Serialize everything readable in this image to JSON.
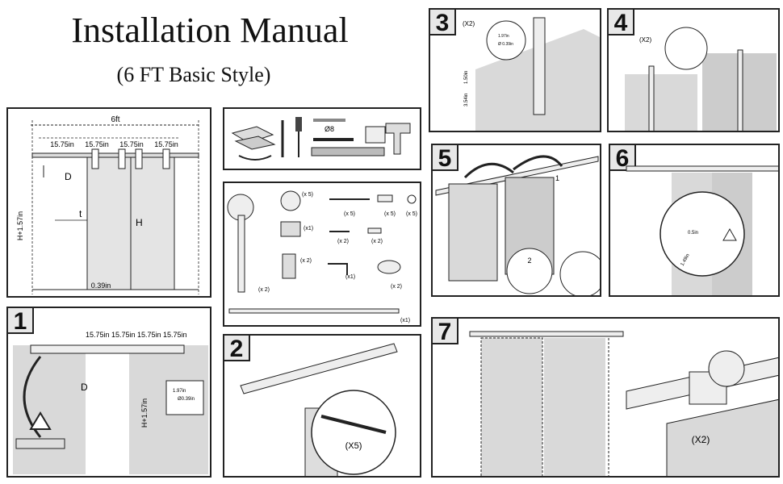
{
  "header": {
    "title": "Installation Manual",
    "subtitle": "(6 FT Basic Style)"
  },
  "overview": {
    "total": "6ft",
    "seg1": "15.75in",
    "seg2": "15.75in",
    "seg3": "15.75in",
    "seg4": "15.75in",
    "d": "D",
    "h_label": "H+1.57in",
    "t": "t",
    "h": "H",
    "gap": "0.39in"
  },
  "parts": {
    "q_stopper": "(x 5)",
    "q_bolt": "(x 5)",
    "q_spacer": "(x 5)",
    "q_washer": "(x 5)",
    "q_guide": "(x1)",
    "q_screw": "(x 2)",
    "q_anchor": "(x 2)",
    "q_block": "(x 2)",
    "q_hanger": "(x 2)",
    "q_key": "(x1)",
    "q_wheel": "(x 2)",
    "q_rail": "(x1)"
  },
  "tools": {
    "bit": "Ø8"
  },
  "steps": [
    {
      "num": "1",
      "seg1": "15.75in",
      "seg2": "15.75in",
      "seg3": "15.75in",
      "seg4": "15.75in",
      "d": "D",
      "h_label": "H+1.57in",
      "drill1": "1.97in",
      "drill2": "Ø0.39in"
    },
    {
      "num": "2",
      "qty": "(X5)"
    },
    {
      "num": "3",
      "qty": "(X2)",
      "drill1": "1.97in",
      "drill2": "Ø 0.39in",
      "dim1": "1.50in",
      "dim2": "3.54in"
    },
    {
      "num": "4",
      "qty": "(X2)"
    },
    {
      "num": "5",
      "arrow1": "1",
      "arrow2": "2"
    },
    {
      "num": "6",
      "drill": "0.5in",
      "dim": "1.49in"
    },
    {
      "num": "7",
      "qty": "(X2)"
    }
  ]
}
